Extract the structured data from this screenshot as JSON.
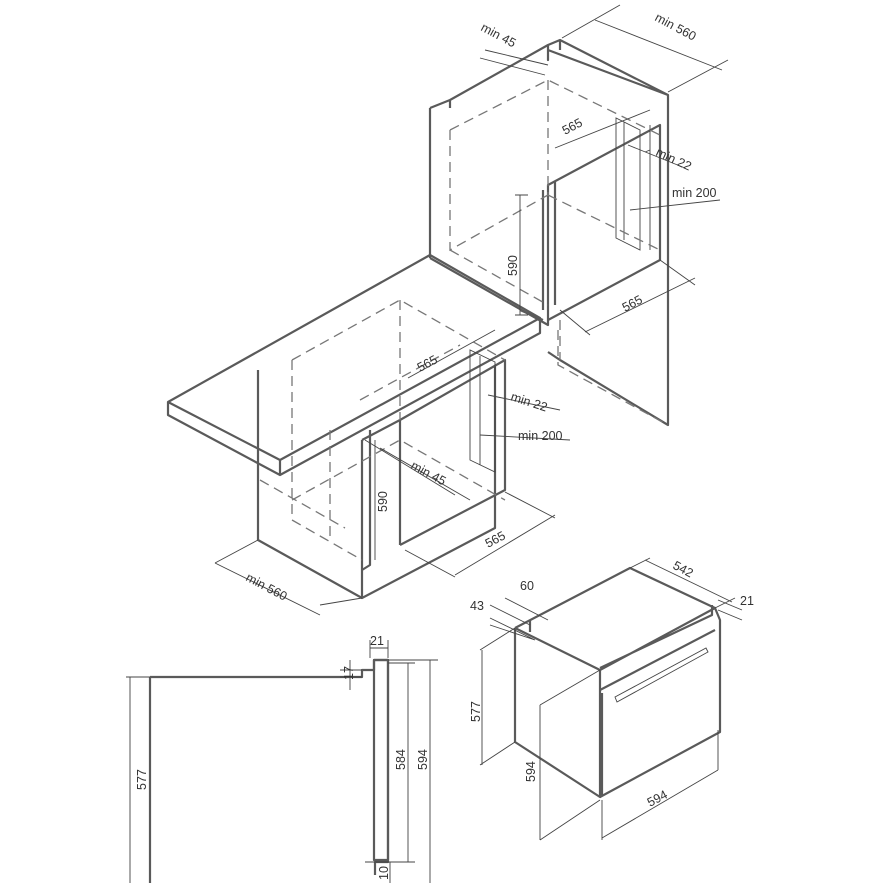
{
  "built_in_tall_unit": {
    "width_min": "min 560",
    "top_gap_min": "min 45",
    "niche_depth": "565",
    "rear_gap_min": "min 22",
    "vent_opening_min": "min 200",
    "niche_height": "590",
    "niche_width": "565"
  },
  "built_under_counter": {
    "niche_depth": "565",
    "rear_gap_min": "min 22",
    "vent_opening_min": "min 200",
    "top_gap_min": "min 45",
    "niche_height": "590",
    "niche_width": "565",
    "width_min": "min 560"
  },
  "oven_side_view": {
    "panel_thickness": "21",
    "top_step": "17",
    "body_height": "577",
    "inner_height": "584",
    "total_height": "594",
    "bottom_gap": "10"
  },
  "oven_isometric": {
    "depth": "542",
    "front_thickness": "21",
    "rear_offset": "60",
    "rear_drop": "43",
    "body_height": "577",
    "front_height": "594",
    "front_width": "594"
  }
}
